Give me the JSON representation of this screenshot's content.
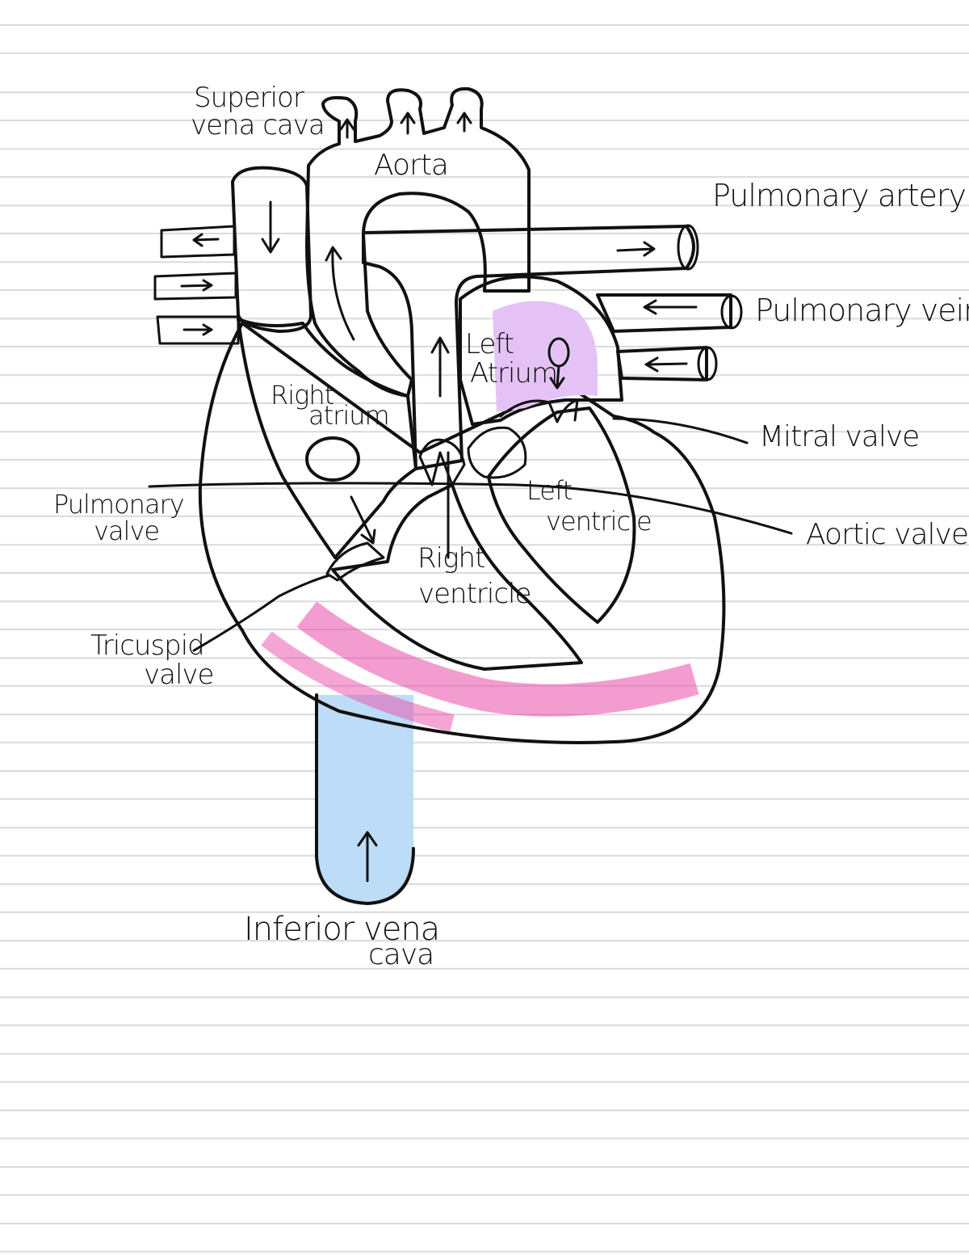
{
  "labels": {
    "superior_vena_cava": [
      "Superior",
      "vena cava"
    ],
    "aorta": "Aorta",
    "pulmonary_artery": "Pulmonary artery",
    "pulmonary_veins": "Pulmonary veins",
    "left_atrium": [
      "Left",
      "Atrium"
    ],
    "right_atrium": [
      "Right",
      "atrium"
    ],
    "mitral_valve": "Mitral valve",
    "pulmonary_valve": [
      "Pulmonary",
      "valve"
    ],
    "left_ventricle": [
      "Left",
      "ventricle"
    ],
    "aortic_valve": "Aortic valve",
    "right_ventricle": [
      "Right",
      "ventricle"
    ],
    "tricuspid_valve": [
      "Tricuspid",
      "valve"
    ],
    "inferior_vena_cava": [
      "Inferior vena",
      "cava"
    ]
  },
  "colors": {
    "heart_wall": "#f07cc4",
    "heart_wall_dark": "#e94ba8",
    "aorta": "#f5a9a5",
    "vena_cava": "#bcdcf7",
    "pulmonary_artery": "#a9b5f2",
    "pulmonary_vein": "#f8cc92",
    "atrium": "#ecd2f8",
    "ventricle": "#c47ef0"
  }
}
